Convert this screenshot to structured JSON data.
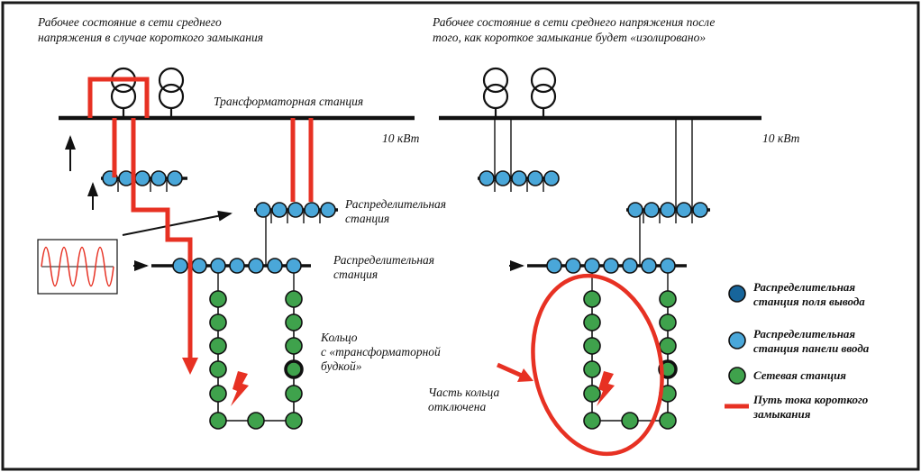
{
  "colors": {
    "output_station_blue": "#17659b",
    "input_station_blue": "#4aa7d9",
    "network_station_green": "#3fa24c",
    "short_circuit_red": "#e73123",
    "diagram_black": "#111111"
  },
  "left_diagram": {
    "title": {
      "line1": "Рабочее состояние в сети среднего",
      "line2": "напряжения в случае короткого замыкания"
    },
    "transformer_station_label": "Трансформаторная станция",
    "bus_voltage_label": "10 кВт",
    "distribution_station_mid": {
      "line1": "Распределительная",
      "line2": "станция"
    },
    "distribution_station_lower": {
      "line1": "Распределительная",
      "line2": "станция"
    },
    "ring_label": {
      "line1": "Кольцо",
      "line2": "с «трансформаторной",
      "line3": "будкой»"
    }
  },
  "right_diagram": {
    "title": {
      "line1": "Рабочее состояние в сети среднего напряжения после",
      "line2": "того, как короткое замыкание будет «изолировано»"
    },
    "bus_voltage_label": "10 кВт",
    "disconnected_label": {
      "line1": "Часть кольца",
      "line2": "отключена"
    }
  },
  "legend": {
    "output_station": {
      "line1": "Распределительная",
      "line2": "станция поля вывода"
    },
    "input_station": {
      "line1": "Распределительная",
      "line2": "станция панели ввода"
    },
    "network_station": {
      "line1": "Сетевая станция"
    },
    "short_circuit_path": {
      "line1": "Путь тока короткого",
      "line2": "замыкания"
    }
  }
}
